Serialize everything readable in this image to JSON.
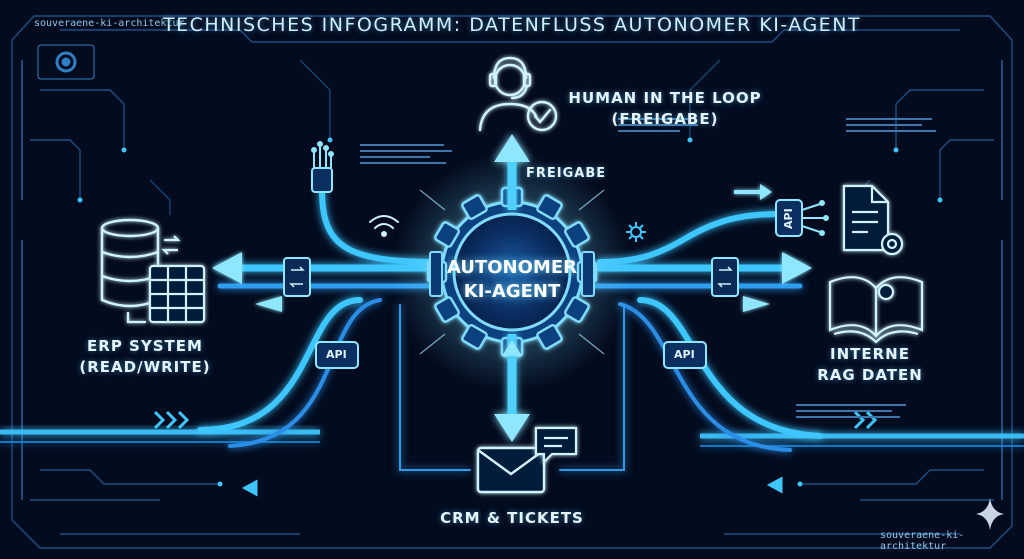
{
  "title": "TECHNISCHES INFOGRAMM: DATENFLUSS AUTONOMER KI-AGENT",
  "corner_labels": {
    "top_left": "souveraene-ki-architektur",
    "bottom_right": "souveraene-ki-architektur"
  },
  "center_node": {
    "line1": "AUTONOMER",
    "line2": "KI-AGENT"
  },
  "human_node": {
    "line1": "HUMAN IN THE LOOP",
    "line2": "(FREIGABE)"
  },
  "freigabe_label": "FREIGABE",
  "erp_node": {
    "line1": "ERP SYSTEM",
    "line2": "(READ/WRITE)"
  },
  "rag_node": {
    "line1": "INTERNE",
    "line2": "RAG DATEN"
  },
  "crm_node": {
    "label": "CRM & TICKETS"
  },
  "api_labels": {
    "left": "API",
    "right": "API",
    "top_right": "API"
  },
  "colors": {
    "background": "#030b1e",
    "accent": "#3ec6ff",
    "glow": "#9be8ff"
  },
  "icons": [
    "headset-user-icon",
    "checkmark-icon",
    "database-icon",
    "table-icon",
    "document-gear-icon",
    "book-gear-icon",
    "envelope-icon",
    "chat-bubble-icon",
    "wifi-icon",
    "gear-icon",
    "sparkle-icon"
  ]
}
